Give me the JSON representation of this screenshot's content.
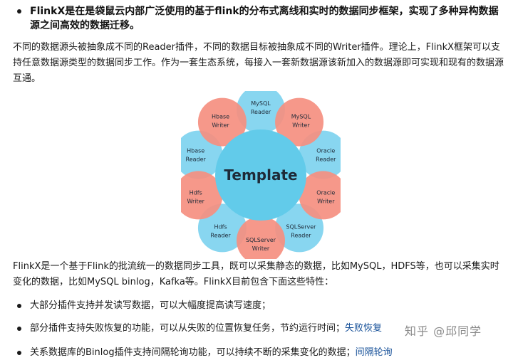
{
  "intro_bullet": "FlinkX是在是袋鼠云内部广泛使用的基于flink的分布式离线和实时的数据同步框架，实现了多种异构数据源之间高效的数据迁移。",
  "para1": "不同的数据源头被抽象成不同的Reader插件，不同的数据目标被抽象成不同的Writer插件。理论上，FlinkX框架可以支持任意数据源类型的数据同步工作。作为一套生态系统，每接入一套新数据源该新加入的数据源即可实现和现有的数据源互通。",
  "diagram": {
    "center": "Template",
    "nodes": [
      {
        "l1": "MySQL",
        "l2": "Reader",
        "color": "#7ed3ef"
      },
      {
        "l1": "MySQL",
        "l2": "Writer",
        "color": "#f58f80"
      },
      {
        "l1": "Oracle",
        "l2": "Reader",
        "color": "#7ed3ef"
      },
      {
        "l1": "Oracle",
        "l2": "Writer",
        "color": "#f58f80"
      },
      {
        "l1": "SQLServer",
        "l2": "Reader",
        "color": "#7ed3ef"
      },
      {
        "l1": "SQLServer",
        "l2": "Writer",
        "color": "#f58f80"
      },
      {
        "l1": "Hdfs",
        "l2": "Reader",
        "color": "#7ed3ef"
      },
      {
        "l1": "Hdfs",
        "l2": "Writer",
        "color": "#f58f80"
      },
      {
        "l1": "Hbase",
        "l2": "Reader",
        "color": "#7ed3ef"
      },
      {
        "l1": "Hbase",
        "l2": "Writer",
        "color": "#f58f80"
      }
    ],
    "center_color": "#62cbea"
  },
  "para2": "FlinkX是一个基于Flink的批流统一的数据同步工具，既可以采集静态的数据，比如MySQL，HDFS等，也可以采集实时变化的数据，比如MySQL binlog，Kafka等。FlinkX目前包含下面这些特性：",
  "features": [
    {
      "text": "大部分插件支持并发读写数据，可以大幅度提高读写速度；",
      "link": ""
    },
    {
      "text": "部分插件支持失败恢复的功能，可以从失败的位置恢复任务，节约运行时间；",
      "link": "失败恢复"
    },
    {
      "text": "关系数据库的Binlog插件支持间隔轮询功能，可以持续不断的采集变化的数据；",
      "link": "间隔轮询"
    }
  ],
  "watermark": "知乎 @邱同学"
}
